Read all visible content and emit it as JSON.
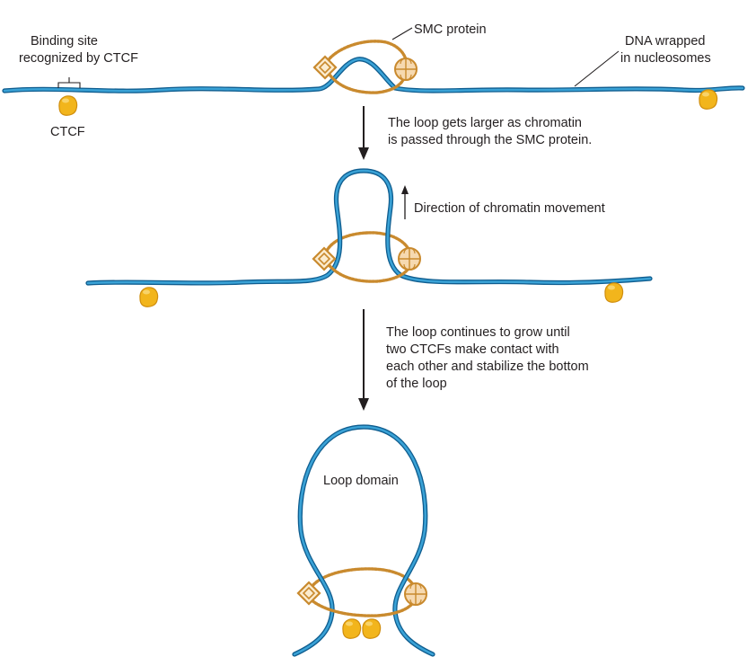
{
  "labels": {
    "binding_site_line1": "Binding site",
    "binding_site_line2": "recognized by CTCF",
    "ctcf": "CTCF",
    "smc_protein": "SMC protein",
    "dna_line1": "DNA wrapped",
    "dna_line2": "in nucleosomes",
    "step1_line1": "The loop gets larger as chromatin",
    "step1_line2": "is passed through the SMC protein.",
    "direction": "Direction of chromatin movement",
    "step2_line1": "The loop continues to grow until",
    "step2_line2": "two CTCFs make contact with",
    "step2_line3": "each other and stabilize the bottom",
    "step2_line4": "of the loop",
    "loop_domain": "Loop domain"
  },
  "colors": {
    "dna_outer": "#0f5d8f",
    "dna_inner": "#3aa2d6",
    "smc": "#c98a2e",
    "ctcf": "#f2b51c",
    "text": "#231f20"
  }
}
